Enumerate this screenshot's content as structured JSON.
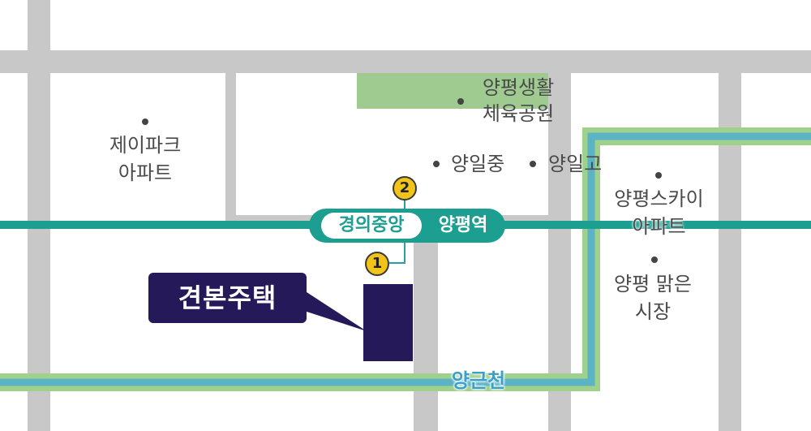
{
  "map": {
    "colors": {
      "road": "#c8c8c8",
      "park": "#9fcb91",
      "subway_line": "#1c9e90",
      "stream_outer": "#9fd08c",
      "stream_inner": "#5bb3c4",
      "target_building": "#25195a",
      "exit_badge": "#f2c318"
    },
    "station": {
      "line_name": "경의중앙",
      "station_name": "양평역"
    },
    "exits": [
      "1",
      "2"
    ],
    "target": {
      "label": "견본주택"
    },
    "stream": {
      "label": "양근천"
    },
    "landmarks": {
      "jeipark": {
        "line1": "제이파크",
        "line2": "아파트"
      },
      "sports_park": {
        "line1": "양평생활",
        "line2": "체육공원"
      },
      "middle_school": "양일중",
      "high_school": "양일고",
      "sky_apt": {
        "line1": "양평스카이",
        "line2": "아파트"
      },
      "market": {
        "line1": "양평 맑은",
        "line2": "시장"
      }
    }
  }
}
